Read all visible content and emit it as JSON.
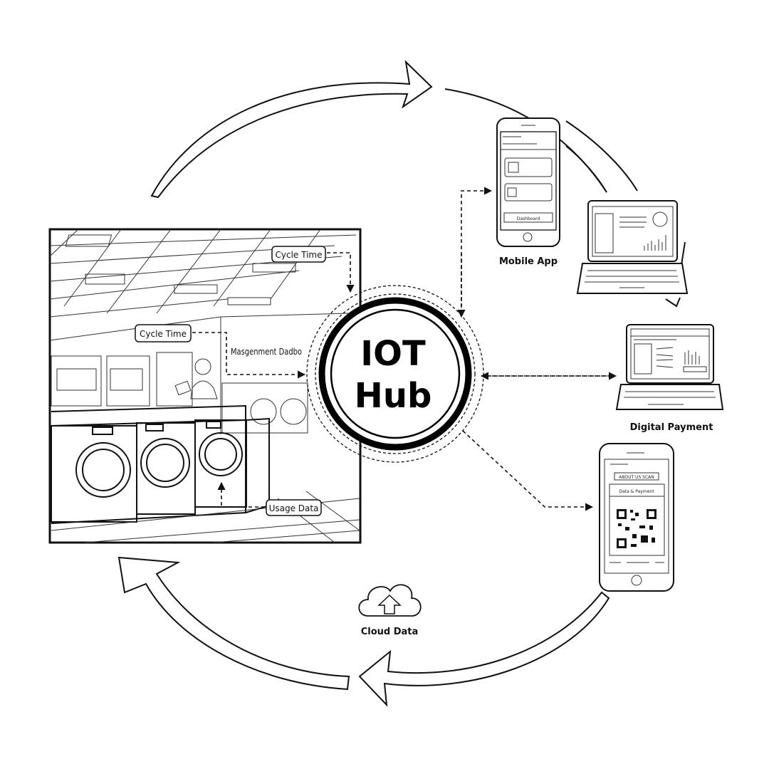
{
  "hub": {
    "line1": "IOT",
    "line2": "Hub"
  },
  "scene": {
    "callout_top": "Cycle Time",
    "callout_mid": "Cycle Time",
    "callout_bottom": "Usage Data",
    "wall_sign": "Masgenment Dadbo"
  },
  "devices": {
    "mobile_app": {
      "label": "Mobile App",
      "button": "Dashboard"
    },
    "digital_payment": {
      "label": "Digital Payment"
    },
    "payment_phone": {
      "header": "ABOUT US SCAN",
      "title": "Data & Payment"
    }
  },
  "cloud": {
    "label": "Cloud Data"
  },
  "colors": {
    "ink": "#111111",
    "background": "#ffffff"
  }
}
